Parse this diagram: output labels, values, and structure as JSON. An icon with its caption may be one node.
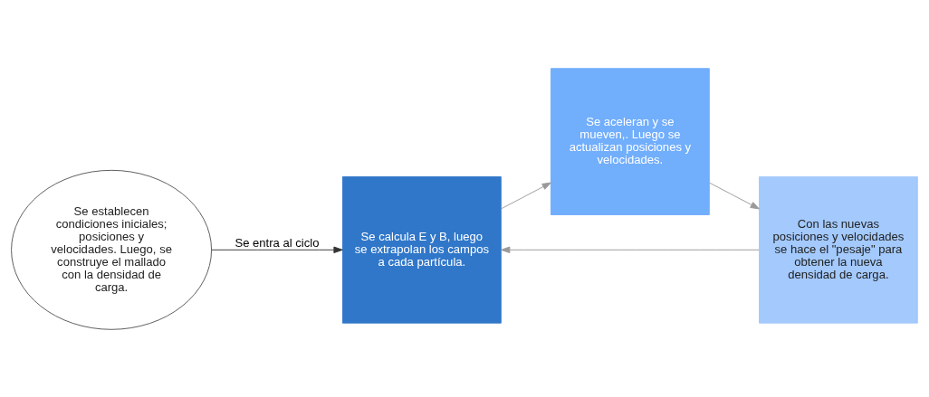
{
  "diagram": {
    "nodes": [
      {
        "text": [
          "Se establecen condiciones iniciales; posiciones y velocidades. Luego, se construye el mallado con la densidad de carga."
        ]
      },
      {
        "text": [
          "Se calcula E y B, luego se extrapolan los campos a cada partícula."
        ]
      },
      {
        "text": [
          "Se aceleran y se mueven,. Luego se actualizan posiciones y velocidades."
        ]
      },
      {
        "text": [
          "Con las nuevas posiciones y velocidades se hace el \"pesaje\" para obtener la nueva densidad de carga."
        ]
      }
    ],
    "edges": [
      {
        "from": 0,
        "to": 1,
        "arrow": "to",
        "label": "Se entra al ciclo",
        "color": "#333333"
      },
      {
        "from": 1,
        "to": 2,
        "arrow": "to"
      },
      {
        "from": 2,
        "to": 3,
        "arrow": "to"
      },
      {
        "from": 3,
        "to": 1,
        "arrow": "to"
      }
    ]
  }
}
